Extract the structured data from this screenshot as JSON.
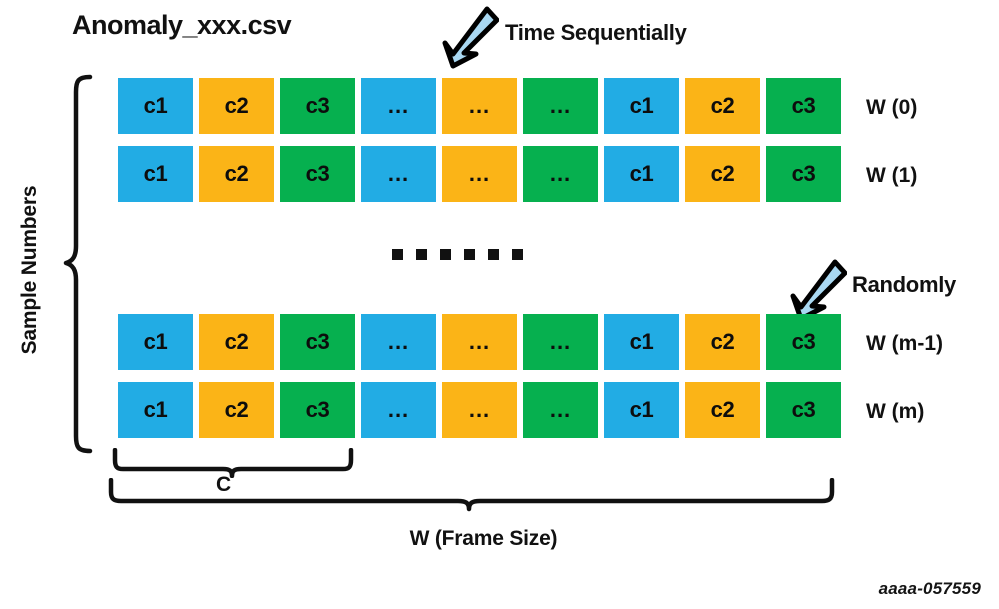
{
  "title": "Anomaly_xxx.csv",
  "annotations": [
    {
      "id": "time-sequentially",
      "label": "Time Sequentially",
      "icon": "arrow-down-left-icon"
    },
    {
      "id": "randomly",
      "label": "Randomly",
      "icon": "arrow-down-left-icon"
    }
  ],
  "axis_labels": {
    "vertical": "Sample Numbers",
    "channel_brace": "C",
    "frame_brace": "W (Frame Size)"
  },
  "grid": {
    "columns": 9,
    "rows": [
      {
        "row_label": "W (0)",
        "cells": [
          {
            "text": "c1",
            "color_key": "blue"
          },
          {
            "text": "c2",
            "color_key": "orange"
          },
          {
            "text": "c3",
            "color_key": "green"
          },
          {
            "text": "...",
            "color_key": "blue"
          },
          {
            "text": "...",
            "color_key": "orange"
          },
          {
            "text": "...",
            "color_key": "green"
          },
          {
            "text": "c1",
            "color_key": "blue"
          },
          {
            "text": "c2",
            "color_key": "orange"
          },
          {
            "text": "c3",
            "color_key": "green"
          }
        ]
      },
      {
        "row_label": "W (1)",
        "cells": [
          {
            "text": "c1",
            "color_key": "blue"
          },
          {
            "text": "c2",
            "color_key": "orange"
          },
          {
            "text": "c3",
            "color_key": "green"
          },
          {
            "text": "...",
            "color_key": "blue"
          },
          {
            "text": "...",
            "color_key": "orange"
          },
          {
            "text": "...",
            "color_key": "green"
          },
          {
            "text": "c1",
            "color_key": "blue"
          },
          {
            "text": "c2",
            "color_key": "orange"
          },
          {
            "text": "c3",
            "color_key": "green"
          }
        ]
      },
      {
        "row_label": "W (m-1)",
        "cells": [
          {
            "text": "c1",
            "color_key": "blue"
          },
          {
            "text": "c2",
            "color_key": "orange"
          },
          {
            "text": "c3",
            "color_key": "green"
          },
          {
            "text": "...",
            "color_key": "blue"
          },
          {
            "text": "...",
            "color_key": "orange"
          },
          {
            "text": "...",
            "color_key": "green"
          },
          {
            "text": "c1",
            "color_key": "blue"
          },
          {
            "text": "c2",
            "color_key": "orange"
          },
          {
            "text": "c3",
            "color_key": "green"
          }
        ]
      },
      {
        "row_label": "W (m)",
        "cells": [
          {
            "text": "c1",
            "color_key": "blue"
          },
          {
            "text": "c2",
            "color_key": "orange"
          },
          {
            "text": "c3",
            "color_key": "green"
          },
          {
            "text": "...",
            "color_key": "blue"
          },
          {
            "text": "...",
            "color_key": "orange"
          },
          {
            "text": "...",
            "color_key": "green"
          },
          {
            "text": "c1",
            "color_key": "blue"
          },
          {
            "text": "c2",
            "color_key": "orange"
          },
          {
            "text": "c3",
            "color_key": "green"
          }
        ]
      }
    ],
    "ellipsis_dot_count": 6
  },
  "colors": {
    "blue": "#22ace4",
    "orange": "#fbb417",
    "green": "#06b04f",
    "arrow_fill": "#a9d8f2",
    "arrow_stroke": "#000000",
    "text": "#111111",
    "background": "#ffffff"
  },
  "footer": {
    "id_text": "aaaa-057559"
  }
}
